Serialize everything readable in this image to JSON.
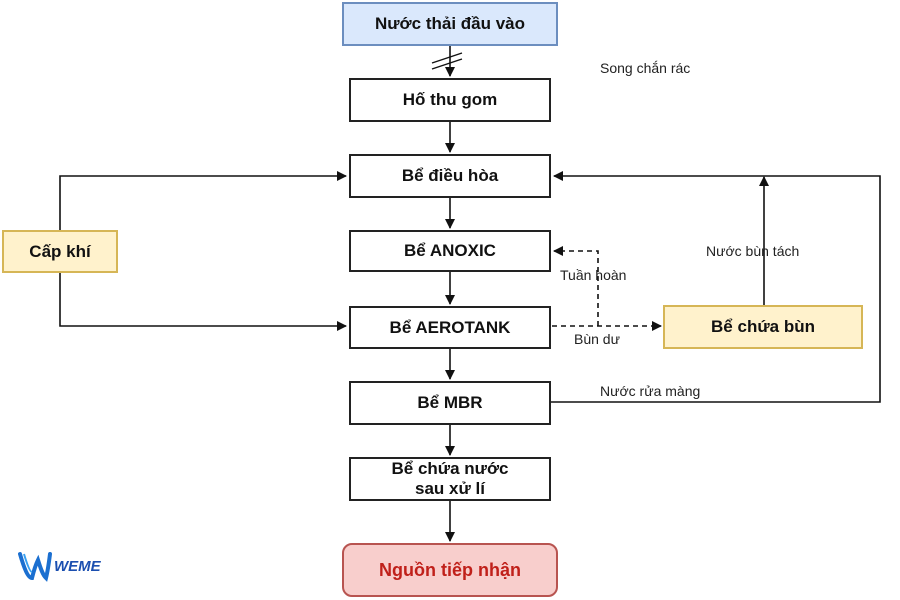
{
  "nodes": {
    "influent": "Nước thải đầu vào",
    "collection_pit": "Hố thu gom",
    "equalization": "Bể điều hòa",
    "anoxic": "Bể ANOXIC",
    "aerotank": "Bể AEROTANK",
    "mbr": "Bể MBR",
    "treated_storage_line1": "Bể chứa nước",
    "treated_storage_line2": "sau xử lí",
    "receiving_source": "Nguồn tiếp nhận",
    "air_supply": "Cấp khí",
    "sludge_tank": "Bể chứa bùn"
  },
  "edge_labels": {
    "screen": "Song chắn rác",
    "recirculation": "Tuần hoàn",
    "excess_sludge": "Bùn dư",
    "separated_sludge_water": "Nước bùn tách",
    "membrane_wash_water": "Nước rửa màng"
  },
  "logo": {
    "text": "WEME"
  }
}
